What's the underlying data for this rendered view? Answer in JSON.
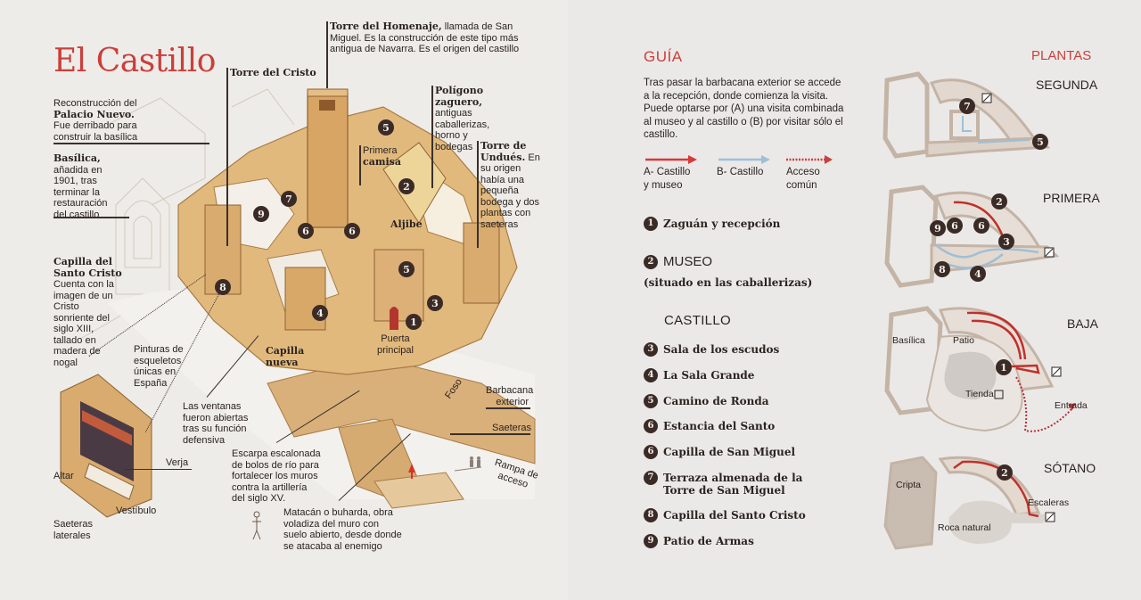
{
  "left_page": {
    "title": "El Castillo",
    "labels": {
      "torre_cristo": "Torre del Cristo",
      "torre_homenaje_bold": "Torre del Homenaje,",
      "torre_homenaje_text1": " llamada de San",
      "torre_homenaje_text2": "Miguel. Es la construcción de este tipo más",
      "torre_homenaje_text3": "antigua de Navarra. Es el origen del castillo",
      "palacio_l1": "Reconstrucción del",
      "palacio_bold": "Palacio Nuevo.",
      "palacio_l3": "Fue derribado para",
      "palacio_l4": "construir la basílica",
      "basilica_bold": "Basílica,",
      "basilica_l2": "añadida en",
      "basilica_l3": "1901, tras",
      "basilica_l4": "terminar la",
      "basilica_l5": "restauración",
      "basilica_l6": "del castillo",
      "poligono_bold1": "Polígono",
      "poligono_bold2": "zaguero,",
      "poligono_l3": "antiguas",
      "poligono_l4": "caballerizas,",
      "poligono_l5": "horno y",
      "poligono_l6": "bodegas",
      "undues_bold1": "Torre de",
      "undues_bold2": "Undués.",
      "undues_t2": " En",
      "undues_l3": "su origen",
      "undues_l4": "había una",
      "undues_l5": "pequeña",
      "undues_l6": "bodega y dos",
      "undues_l7": "plantas con",
      "undues_l8": "saeteras",
      "primera_l1": "Primera",
      "primera_bold": "camisa",
      "aljibe": "Aljibe",
      "capilla_cristo_bold1": "Capilla del",
      "capilla_cristo_bold2": "Santo Cristo",
      "capilla_cristo_l3": "Cuenta con la",
      "capilla_cristo_l4": "imagen de un",
      "capilla_cristo_l5": "Cristo",
      "capilla_cristo_l6": "sonriente del",
      "capilla_cristo_l7": "siglo XIII,",
      "capilla_cristo_l8": "tallado en",
      "capilla_cristo_l9": "madera de",
      "capilla_cristo_l10": "nogal",
      "pinturas_l1": "Pinturas de",
      "pinturas_l2": "esqueletos",
      "pinturas_l3": "únicas en",
      "pinturas_l4": "España",
      "ventanas_l1": "Las ventanas",
      "ventanas_l2": "fueron abiertas",
      "ventanas_l3": "tras su función",
      "ventanas_l4": "defensiva",
      "capilla_nueva_l1": "Capilla",
      "capilla_nueva_l2": "nueva",
      "puerta_l1": "Puerta",
      "puerta_l2": "principal",
      "foso": "Foso",
      "barbacana_l1": "Barbacana",
      "barbacana_l2": "exterior",
      "saeteras": "Saeteras",
      "rampa_l1": "Rampa de",
      "rampa_l2": "acceso",
      "escarpa_l1": "Escarpa escalonada",
      "escarpa_l2": "de bolos de río para",
      "escarpa_l3": "fortalecer los muros",
      "escarpa_l4": "contra la artillería",
      "escarpa_l5": "del siglo XV.",
      "matacan_l1": "Matacán o buharda, obra",
      "matacan_l2": "voladiza del muro con",
      "matacan_l3": "suelo abierto, desde donde",
      "matacan_l4": "se atacaba al enemigo",
      "verja": "Verja",
      "altar": "Altar",
      "vestibulo": "Vestíbulo",
      "saeteras_lat_l1": "Saeteras",
      "saeteras_lat_l2": "laterales"
    },
    "markers": [
      "1",
      "2",
      "3",
      "4",
      "5",
      "5",
      "6",
      "6",
      "7",
      "8",
      "9"
    ]
  },
  "guide": {
    "heading": "GUÍA",
    "intro": "Tras pasar la barbacana exterior se accede a la recepción, donde comienza la visita. Puede optarse por (A) una visita combinada al museo y al castillo o (B) por visitar sólo el castillo.",
    "legend": [
      {
        "label_l1": "A- Castillo",
        "label_l2": "y museo",
        "color": "#d63a3a",
        "style": "solid"
      },
      {
        "label_l1": "B- Castillo",
        "label_l2": "",
        "color": "#9fbfd6",
        "style": "solid"
      },
      {
        "label_l1": "Acceso",
        "label_l2": "común",
        "color": "#c9403c",
        "style": "dotted"
      }
    ],
    "item1": {
      "num": "1",
      "label": "Zaguán y recepción"
    },
    "museo": {
      "num": "2",
      "label": "MUSEO",
      "sub": "(situado en las caballerizas)"
    },
    "castillo_heading": "CASTILLO",
    "castillo_items": [
      {
        "num": "3",
        "label": "Sala de los escudos"
      },
      {
        "num": "4",
        "label": "La Sala Grande"
      },
      {
        "num": "5",
        "label": "Camino de Ronda"
      },
      {
        "num": "6",
        "label": "Estancia del Santo"
      },
      {
        "num": "6",
        "label": "Capilla de San Miguel"
      },
      {
        "num": "7",
        "label_l1": "Terraza almenada de la",
        "label_l2": "Torre de San Miguel"
      },
      {
        "num": "8",
        "label": "Capilla del Santo Cristo"
      },
      {
        "num": "9",
        "label": "Patio de Armas"
      }
    ]
  },
  "plantas": {
    "heading": "PLANTAS",
    "floors": [
      {
        "name": "SEGUNDA",
        "markers": [
          "7",
          "5"
        ]
      },
      {
        "name": "PRIMERA",
        "markers": [
          "2",
          "9",
          "6",
          "6",
          "3",
          "8",
          "4"
        ]
      },
      {
        "name": "BAJA",
        "markers": [
          "1"
        ],
        "labels": {
          "basilica": "Basílica",
          "patio": "Patio",
          "tienda": "Tienda",
          "entrada": "Entrada"
        }
      },
      {
        "name": "SÓTANO",
        "markers": [
          "2"
        ],
        "labels": {
          "cripta": "Cripta",
          "escaleras": "Escaleras",
          "roca": "Roca natural"
        }
      }
    ]
  },
  "colors": {
    "accent_red": "#c9403c",
    "marker_dark": "#3b2b26",
    "route_a": "#d63a3a",
    "route_b": "#9fbfd6",
    "stone": "#c9a06a",
    "plan_wall": "#c4b4a6"
  }
}
